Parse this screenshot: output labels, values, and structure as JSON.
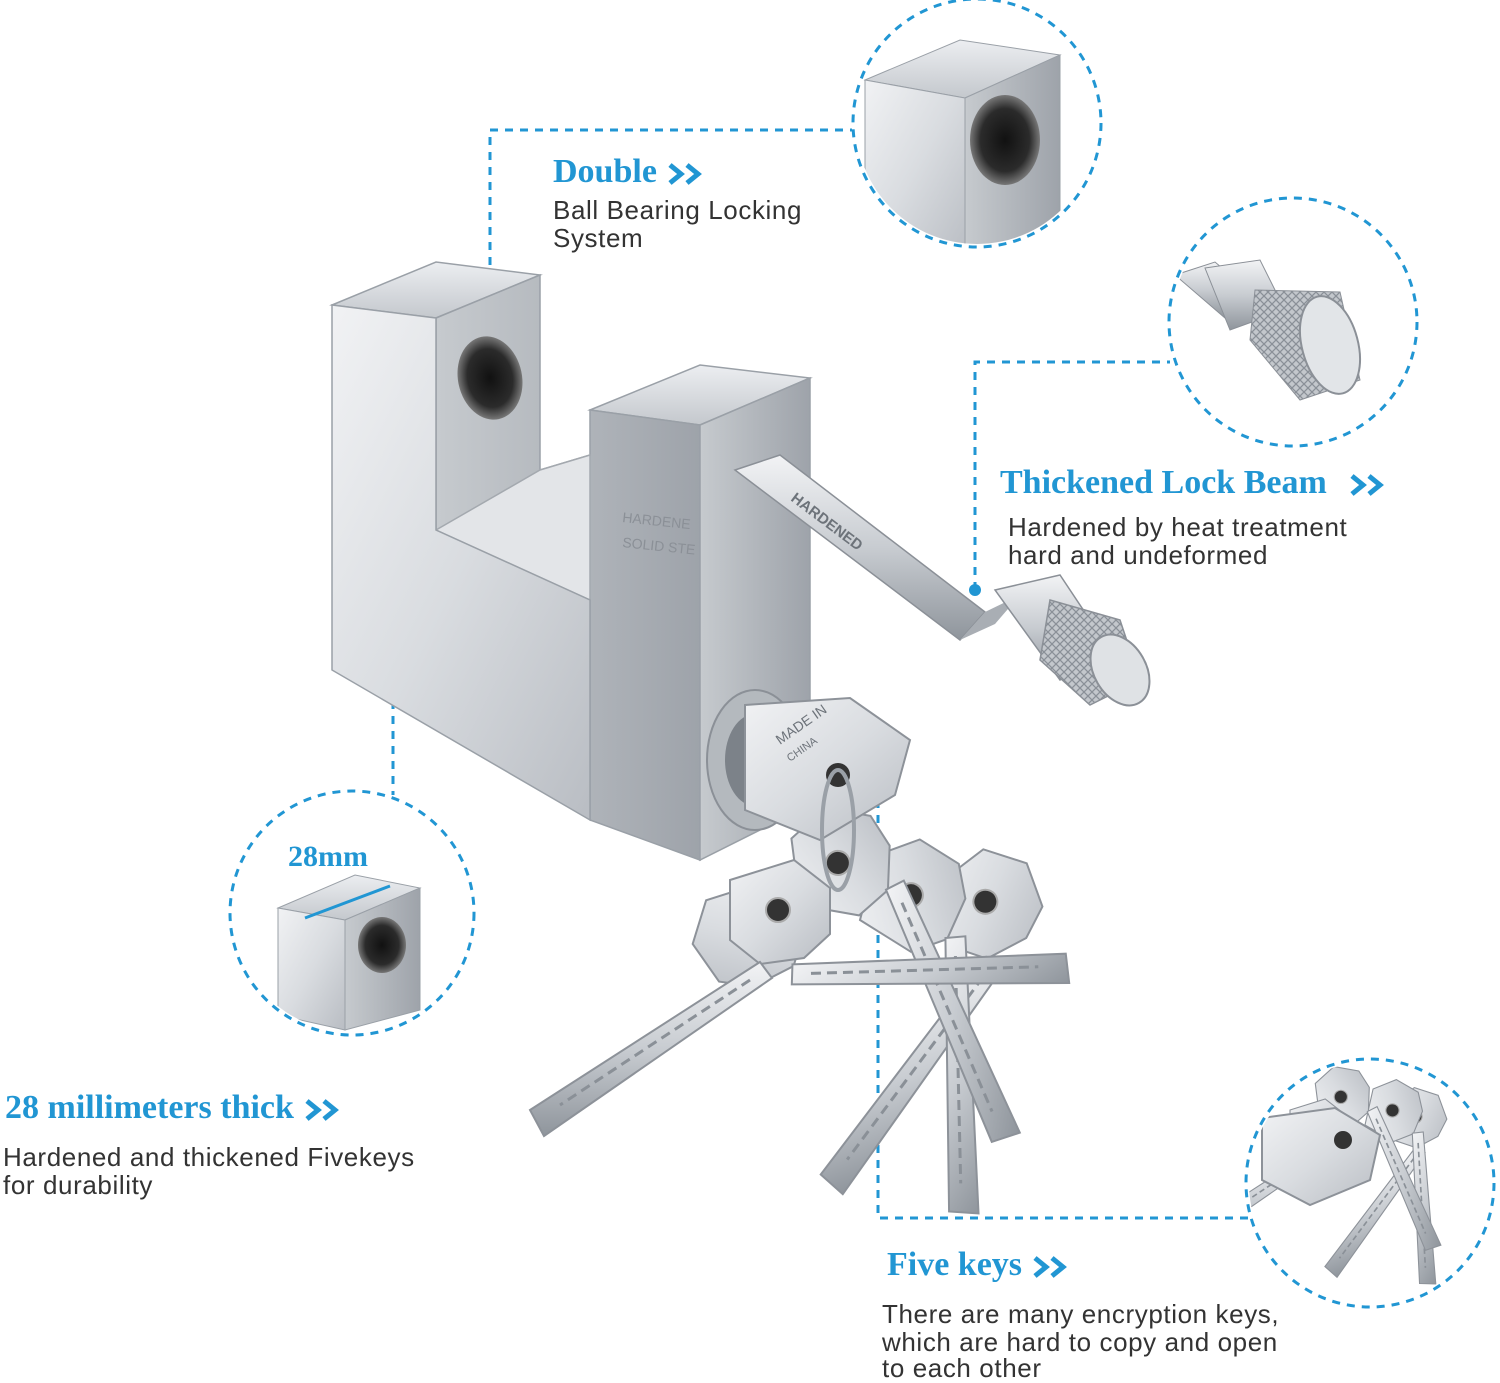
{
  "colors": {
    "accent": "#2196d3",
    "text": "#333333",
    "metal": "#d4d7db"
  },
  "features": [
    {
      "title": "Double",
      "lines": [
        "Ball Bearing Locking",
        "System"
      ]
    },
    {
      "title": "Thickened Lock Beam",
      "lines": [
        "Hardened by heat treatment",
        "hard and undeformed"
      ]
    },
    {
      "title": "28 millimeters thick",
      "lines": [
        "Hardened and thickened Fivekeys",
        "for durability"
      ]
    },
    {
      "title": "Five keys",
      "lines": [
        "There are many encryption keys,",
        "which are hard to copy and open",
        "to each other"
      ]
    }
  ],
  "dimension_label": "28mm",
  "engravings": {
    "body_line1": "HARDENE",
    "body_line2": "SOLID STE",
    "beam": "HARDENED",
    "key": "MADE IN",
    "key_sub": "CHINA"
  },
  "icons": [
    "chevron-right-icon"
  ]
}
